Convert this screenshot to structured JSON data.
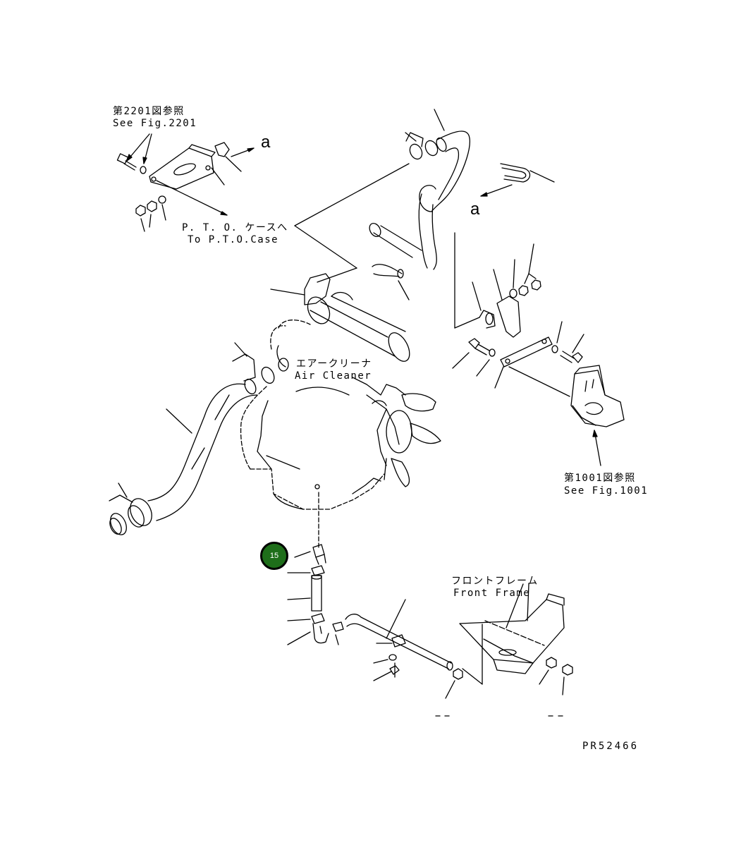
{
  "refs": {
    "fig2201_jp": "第2201図参照",
    "fig2201_en": "See Fig.2201",
    "fig1001_jp": "第1001図参照",
    "fig1001_en": "See Fig.1001"
  },
  "labels": {
    "pto_jp": "P. T. O. ケースへ",
    "pto_en": "To P.T.O.Case",
    "aircleaner_jp": "エアークリーナ",
    "aircleaner_en": "Air Cleaner",
    "frontframe_jp": "フロントフレーム",
    "frontframe_en": "Front Frame",
    "marker_a": "a"
  },
  "callout": {
    "number": "15",
    "color": "#1e6e1a"
  },
  "figure_number": "PR52466"
}
